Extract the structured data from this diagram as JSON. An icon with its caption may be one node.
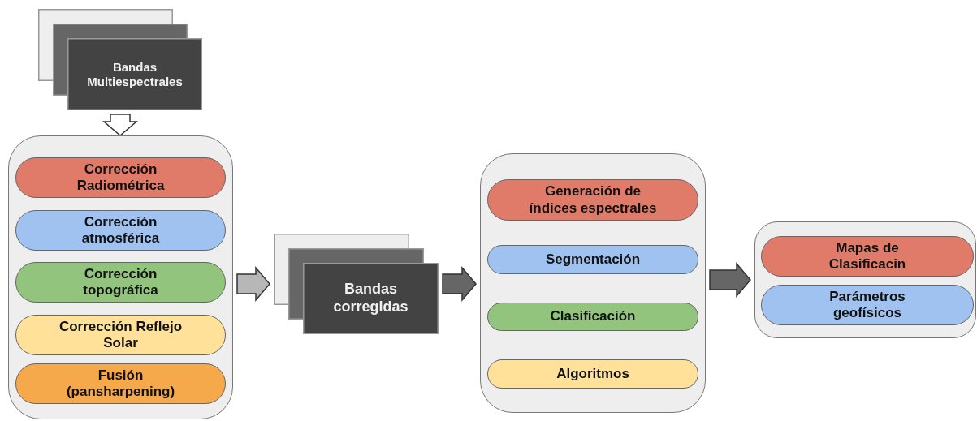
{
  "diagram": {
    "nodes": [
      {
        "text": [
          "Bandas Multiespectrales"
        ]
      },
      {
        "text": [],
        "shape": "box"
      },
      {
        "text": [
          "Corrección Radiométrica"
        ],
        "in": 1
      },
      {
        "text": [
          "Corrección atmosférica"
        ],
        "in": 1
      },
      {
        "text": [
          "Corrección topográfica"
        ],
        "in": 1
      },
      {
        "text": [
          "Corrección Reflejo Solar"
        ],
        "in": 1
      },
      {
        "text": [
          "Fusión (pansharpening)"
        ],
        "in": 1
      },
      {
        "text": [
          "Bandas corregidas"
        ]
      },
      {
        "text": [],
        "shape": "box"
      },
      {
        "text": [
          "Generación de índices espectrales"
        ],
        "in": 8
      },
      {
        "text": [
          "Segmentación"
        ],
        "in": 8
      },
      {
        "text": [
          "Clasificación"
        ],
        "in": 8
      },
      {
        "text": [
          "Algoritmos"
        ],
        "in": 8
      },
      {
        "text": [],
        "shape": "box"
      },
      {
        "text": [
          "Mapas de Clasificacin"
        ],
        "in": 13
      },
      {
        "text": [
          "Parámetros geofísicos"
        ],
        "in": 13
      }
    ],
    "edges": [
      {
        "from": 0,
        "to": 1,
        "arrow": "to",
        "color": "#ffffff"
      },
      {
        "from": 1,
        "to": 7,
        "arrow": "to",
        "color": "#b7b7b7"
      },
      {
        "from": 7,
        "to": 8,
        "arrow": "to"
      },
      {
        "from": 8,
        "to": 13,
        "arrow": "to"
      }
    ]
  }
}
